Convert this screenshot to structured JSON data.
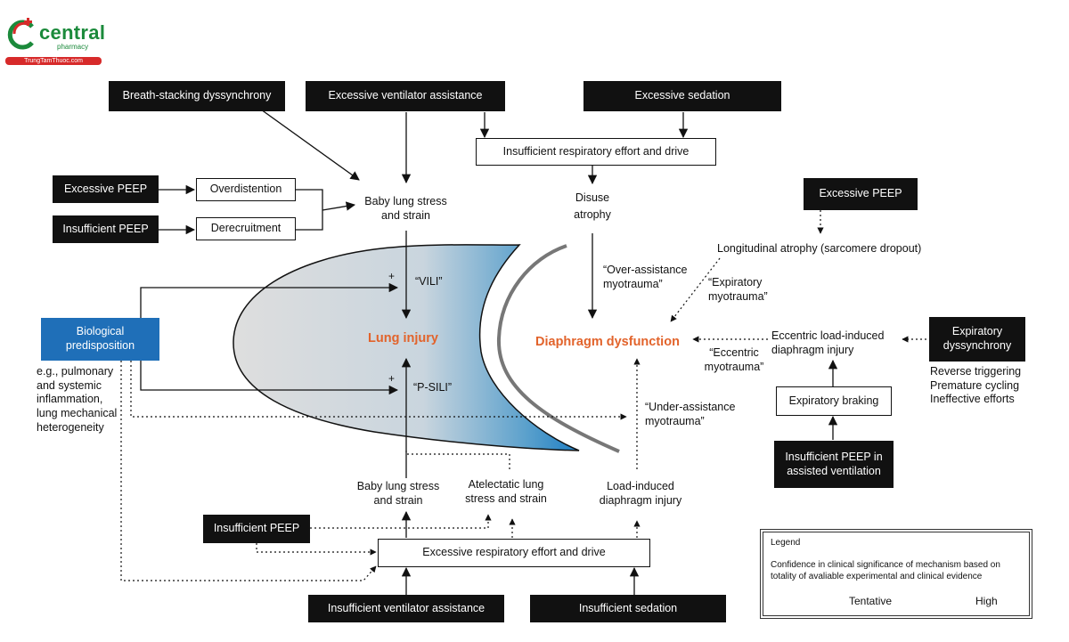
{
  "logo": {
    "brand": "central",
    "sub": "pharmacy",
    "site": "TrungTamThuoc.com",
    "colors": {
      "green": "#1b8a3b",
      "red": "#d72a2a"
    }
  },
  "colors": {
    "accent": "#e2632b",
    "predisposition": "#1f6fb8",
    "dark": "#111111"
  },
  "nodes": {
    "breath_stacking": "Breath-stacking dyssynchrony",
    "excessive_vent_assist": "Excessive ventilator assistance",
    "excessive_sedation": "Excessive sedation",
    "insufficient_effort_drive": "Insufficient respiratory effort and drive",
    "excessive_peep_left": "Excessive PEEP",
    "insufficient_peep_left": "Insufficient PEEP",
    "overdistention": "Overdistention",
    "derecruitment": "Derecruitment",
    "baby_lung_top_1": "Baby lung stress",
    "baby_lung_top_2": "and strain",
    "disuse_1": "Disuse",
    "disuse_2": "atrophy",
    "excessive_peep_right": "Excessive PEEP",
    "longitudinal_atrophy": "Longitudinal atrophy (sarcomere dropout)",
    "vili": "“VILI”",
    "psili": "“P-SILI”",
    "plus_top": "+",
    "plus_bottom": "+",
    "lung_injury": "Lung injury",
    "diaphragm_dysfunction": "Diaphragm dysfunction",
    "over_assist_1": "“Over-assistance",
    "over_assist_2": "myotrauma”",
    "expiratory_myo_1": "“Expiratory",
    "expiratory_myo_2": "myotrauma”",
    "eccentric_myo_1": "“Eccentric",
    "eccentric_myo_2": "myotrauma”",
    "eccentric_injury_1": "Eccentric load-induced",
    "eccentric_injury_2": "diaphragm injury",
    "expiratory_dyssync_1": "Expiratory",
    "expiratory_dyssync_2": "dyssynchrony",
    "reverse_triggering": "Reverse triggering",
    "premature_cycling": "Premature cycling",
    "ineffective_efforts": "Ineffective efforts",
    "expiratory_braking": "Expiratory braking",
    "insufficient_peep_assisted_1": "Insufficient PEEP in",
    "insufficient_peep_assisted_2": "assisted ventilation",
    "biological_1": "Biological",
    "biological_2": "predisposition",
    "eg_1": "e.g., pulmonary",
    "eg_2": "and systemic",
    "eg_3": "inflammation,",
    "eg_4": "lung mechanical",
    "eg_5": "heterogeneity",
    "under_assist_1": "“Under-assistance",
    "under_assist_2": "myotrauma”",
    "baby_lung_bottom_1": "Baby lung stress",
    "baby_lung_bottom_2": "and strain",
    "atelectatic_1": "Atelectatic lung",
    "atelectatic_2": "stress and strain",
    "load_induced_1": "Load-induced",
    "load_induced_2": "diaphragm injury",
    "insufficient_peep_bottom": "Insufficient PEEP",
    "excessive_effort_drive": "Excessive respiratory effort and drive",
    "insufficient_vent_assist": "Insufficient ventilator assistance",
    "insufficient_sedation": "Insufficient sedation"
  },
  "legend": {
    "title": "Legend",
    "description": "Confidence in clinical significance of mechanism based on totality of avaliable experimental and clinical evidence",
    "tentative": "Tentative",
    "high": "High"
  }
}
